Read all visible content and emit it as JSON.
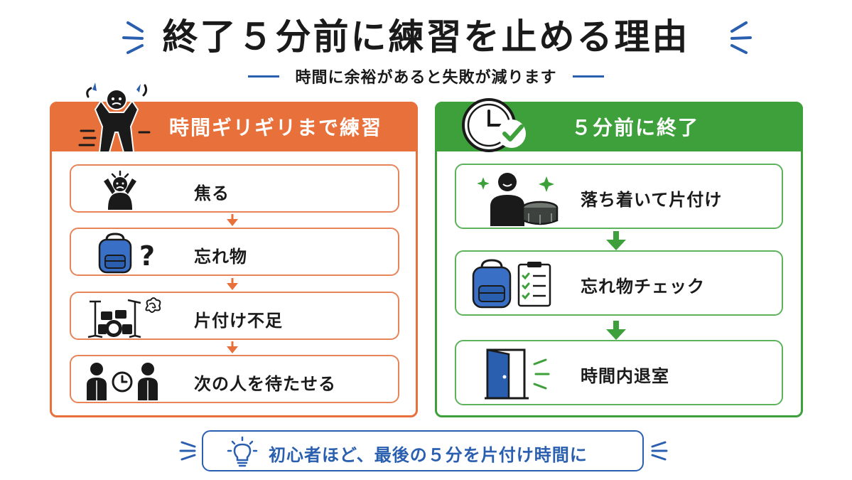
{
  "title": "終了５分前に練習を止める理由",
  "subtitle": "時間に余裕があると失敗が減ります",
  "left_panel": {
    "header": "時間ギリギリまで練習",
    "steps": [
      {
        "label": "焦る",
        "icon": "stressed-person-icon"
      },
      {
        "label": "忘れ物",
        "icon": "backpack-question-icon"
      },
      {
        "label": "片付け不足",
        "icon": "drum-kit-icon"
      },
      {
        "label": "次の人を待たせる",
        "icon": "people-waiting-clock-icon"
      }
    ]
  },
  "right_panel": {
    "header": "５分前に終了",
    "steps": [
      {
        "label": "落ち着いて片付け",
        "icon": "calm-person-drum-icon"
      },
      {
        "label": "忘れ物チェック",
        "icon": "backpack-checklist-icon"
      },
      {
        "label": "時間内退室",
        "icon": "open-door-icon"
      }
    ]
  },
  "tip": {
    "text": "初心者ほど、最後の５分を片付け時間に",
    "icon": "lightbulb-icon"
  },
  "colors": {
    "orange": "#e8703a",
    "green": "#3ea03a",
    "blue": "#2a5fb0",
    "ink": "#1a1a1a"
  }
}
